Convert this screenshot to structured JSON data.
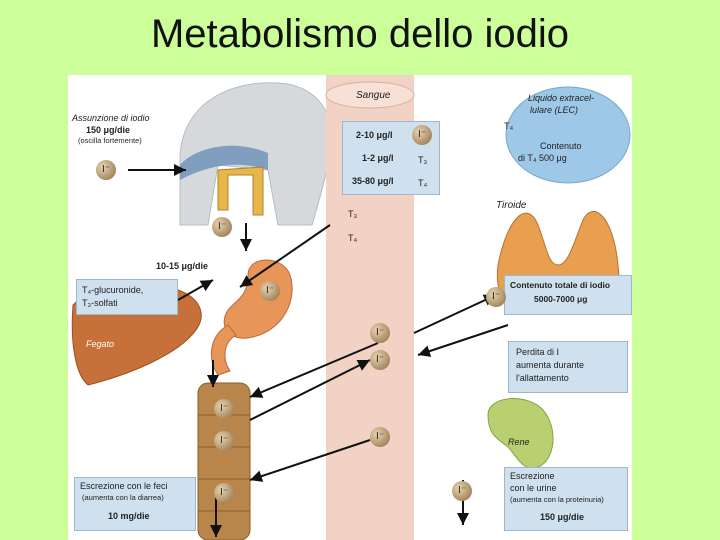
{
  "slide": {
    "title": "Metabolismo dello iodio"
  },
  "labels": {
    "intake_title": "Assunzione di iodio",
    "intake_value": "150 μg/die",
    "intake_note": "(oscilla fortemente)",
    "blood": "Sangue",
    "blood_i": "2-10 μg/l",
    "blood_t3": "1-2 μg/l",
    "blood_t4": "35-80 μg/l",
    "sym_i": "I⁻",
    "sym_t3": "T₃",
    "sym_t4": "T₄",
    "lec_title_1": "Liquido extracel-",
    "lec_title_2": "lulare (LEC)",
    "lec_content_1": "Contenuto",
    "lec_content_2": "di T₄ 500 μg",
    "tiroide": "Tiroide",
    "thyroid_content_1": "Contenuto totale di iodio",
    "thyroid_content_2": "5000-7000 μg",
    "gut_intake": "10-15 μg/die",
    "liver_1": "T₄-glucuronide,",
    "liver_2": "T₃-solfati",
    "fegato": "Fegato",
    "lactation_1": "Perdita di I",
    "lactation_2": "aumenta durante",
    "lactation_3": "l'allattamento",
    "rene": "Rene",
    "feces_1": "Escrezione con le feci",
    "feces_2": "(aumenta con la diarrea)",
    "feces_3": "10 mg/die",
    "urine_1": "Escrezione",
    "urine_2": "con le urine",
    "urine_3": "(aumenta con la proteinuria)",
    "urine_4": "150 μg/die"
  },
  "colors": {
    "background": "#ccff99",
    "info_box": "#cfe0ee",
    "blood_vessel": "#f2d2c4",
    "thyroid": "#e8a050",
    "liver": "#c8703a",
    "intestine": "#b8864a",
    "kidney": "#b8d070",
    "lec_oval": "#9ec8e8"
  }
}
